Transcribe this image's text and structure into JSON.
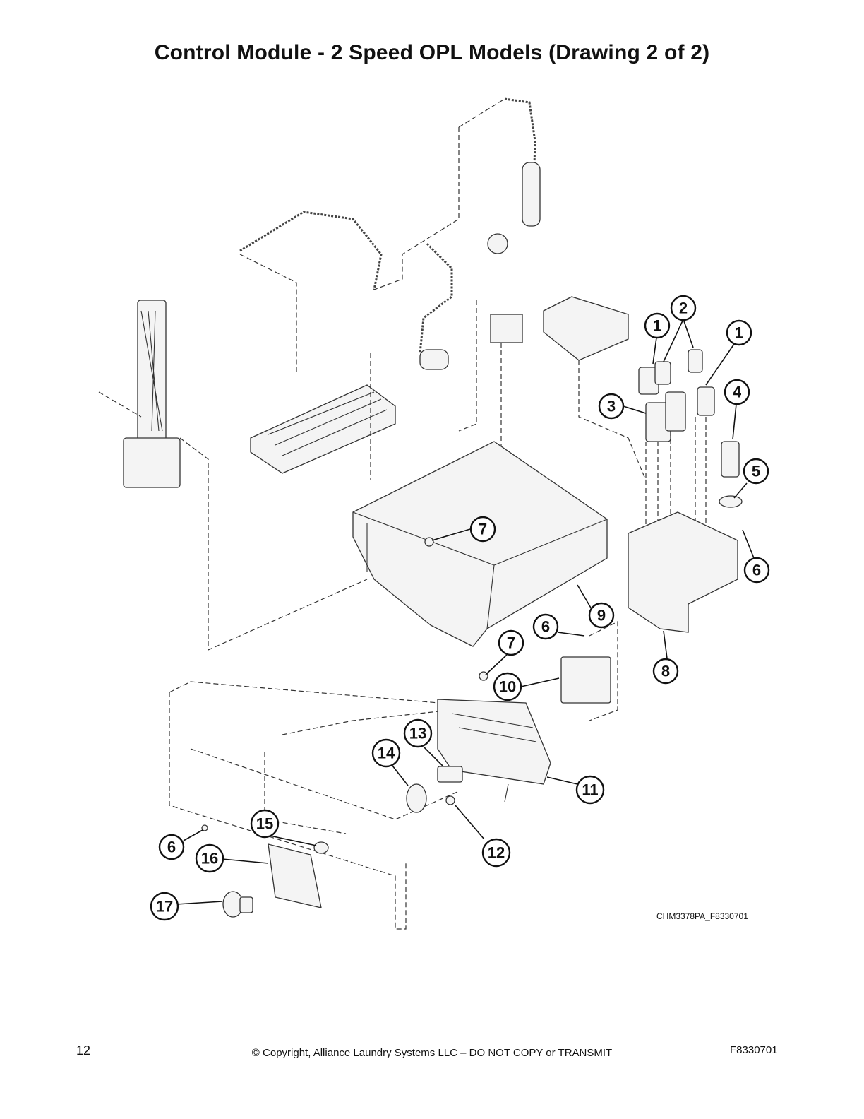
{
  "title": "Control Module - 2 Speed OPL Models (Drawing 2 of 2)",
  "drawing_code": "CHM3378PA_F8330701",
  "callouts": [
    "1",
    "2",
    "1",
    "3",
    "4",
    "5",
    "6",
    "7",
    "9",
    "6",
    "7",
    "8",
    "10",
    "13",
    "14",
    "11",
    "15",
    "6",
    "12",
    "16",
    "17"
  ],
  "footer": {
    "page_number": "12",
    "copyright": "© Copyright, Alliance Laundry Systems LLC – DO NOT COPY or TRANSMIT",
    "doc_id": "F8330701"
  }
}
